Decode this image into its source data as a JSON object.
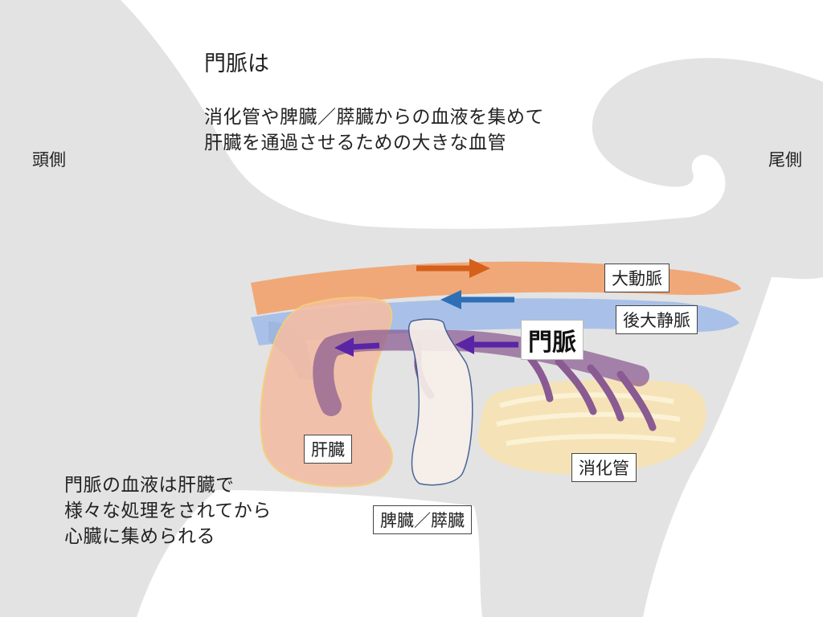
{
  "title": "門脈は",
  "description": {
    "line1": "消化管や脾臓／膵臓からの血液を集めて",
    "line2": "肝臓を通過させるための大きな血管"
  },
  "direction": {
    "head": "頭側",
    "tail": "尾側"
  },
  "labels": {
    "aorta": "大動脈",
    "caudal_vena_cava": "後大静脈",
    "portal_vein": "門脈",
    "liver": "肝臓",
    "spleen_pancreas": "脾臓／膵臓",
    "digestive_tract": "消化管"
  },
  "note": {
    "line1": "門脈の血液は肝臓で",
    "line2": "様々な処理をされてから",
    "line3": "心臓に集められる"
  },
  "colors": {
    "silhouette": "#e3e3e3",
    "aorta": "#f0a878",
    "aorta_arrow": "#d4601c",
    "vena_cava": "#a9c1e8",
    "vena_cava_arrow": "#2f6fb6",
    "liver": "#f3bda4",
    "liver_outline": "#f5cf78",
    "spleen": "#f7efea",
    "spleen_outline": "#3a5a90",
    "digestive": "#f6e3b4",
    "portal": "#8a5a92",
    "portal_arrow": "#5a24a6"
  }
}
